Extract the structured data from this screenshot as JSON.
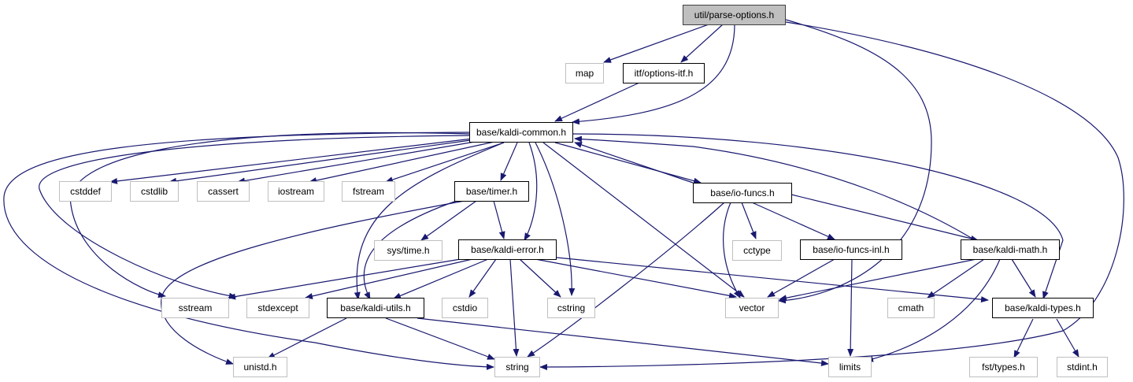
{
  "graph": {
    "edge_color": "#191970",
    "nodes": [
      {
        "id": "parse-options",
        "label": "util/parse-options.h",
        "kind": "root"
      },
      {
        "id": "map",
        "label": "map",
        "kind": "system"
      },
      {
        "id": "options-itf",
        "label": "itf/options-itf.h",
        "kind": "local"
      },
      {
        "id": "kaldi-common",
        "label": "base/kaldi-common.h",
        "kind": "local"
      },
      {
        "id": "cstddef",
        "label": "cstddef",
        "kind": "system"
      },
      {
        "id": "cstdlib",
        "label": "cstdlib",
        "kind": "system"
      },
      {
        "id": "cassert",
        "label": "cassert",
        "kind": "system"
      },
      {
        "id": "iostream",
        "label": "iostream",
        "kind": "system"
      },
      {
        "id": "fstream",
        "label": "fstream",
        "kind": "system"
      },
      {
        "id": "timer",
        "label": "base/timer.h",
        "kind": "local"
      },
      {
        "id": "io-funcs",
        "label": "base/io-funcs.h",
        "kind": "local"
      },
      {
        "id": "sys-time",
        "label": "sys/time.h",
        "kind": "system"
      },
      {
        "id": "kaldi-error",
        "label": "base/kaldi-error.h",
        "kind": "local"
      },
      {
        "id": "cctype",
        "label": "cctype",
        "kind": "system"
      },
      {
        "id": "io-funcs-inl",
        "label": "base/io-funcs-inl.h",
        "kind": "local"
      },
      {
        "id": "kaldi-math",
        "label": "base/kaldi-math.h",
        "kind": "local"
      },
      {
        "id": "sstream",
        "label": "sstream",
        "kind": "system"
      },
      {
        "id": "stdexcept",
        "label": "stdexcept",
        "kind": "system"
      },
      {
        "id": "kaldi-utils",
        "label": "base/kaldi-utils.h",
        "kind": "local"
      },
      {
        "id": "cstdio",
        "label": "cstdio",
        "kind": "system"
      },
      {
        "id": "cstring",
        "label": "cstring",
        "kind": "system"
      },
      {
        "id": "vector",
        "label": "vector",
        "kind": "system"
      },
      {
        "id": "cmath",
        "label": "cmath",
        "kind": "system"
      },
      {
        "id": "kaldi-types",
        "label": "base/kaldi-types.h",
        "kind": "local"
      },
      {
        "id": "unistd",
        "label": "unistd.h",
        "kind": "system"
      },
      {
        "id": "string",
        "label": "string",
        "kind": "system"
      },
      {
        "id": "limits",
        "label": "limits",
        "kind": "system"
      },
      {
        "id": "fst-types",
        "label": "fst/types.h",
        "kind": "system"
      },
      {
        "id": "stdint",
        "label": "stdint.h",
        "kind": "system"
      }
    ]
  }
}
